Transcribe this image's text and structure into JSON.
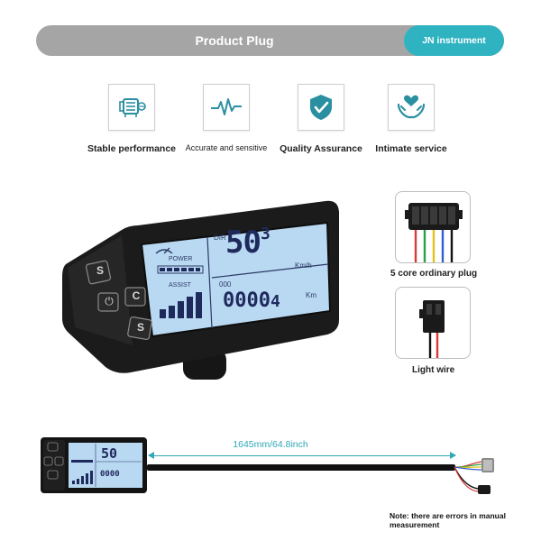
{
  "banner": {
    "title": "Product Plug",
    "tag": "JN instrument"
  },
  "features": [
    {
      "icon": "motor-icon",
      "label": "Stable performance"
    },
    {
      "icon": "heartbeat-icon",
      "label": "Accurate and sensitive"
    },
    {
      "icon": "shield-check-icon",
      "label": "Quality Assurance"
    },
    {
      "icon": "heart-hands-icon",
      "label": "Intimate service"
    }
  ],
  "display": {
    "dir_label": "DIR",
    "speed": "50",
    "speed_decimal": "3",
    "speed_unit": "Km/h",
    "power_label": "POWER",
    "assist_label": "ASSIST",
    "odo_prefix": "000",
    "odo_value": "0000",
    "odo_suffix": "4",
    "odo_unit": "Km",
    "buttons": {
      "up": "S",
      "power": "⏻",
      "mode": "C",
      "down": "S"
    }
  },
  "plugs": {
    "five_core_label": "5 core ordinary plug",
    "light_wire_label": "Light wire"
  },
  "cable": {
    "length_label": "1645mm/64.8inch",
    "note": "Note: there are errors in manual measurement"
  },
  "colors": {
    "accent": "#2fb3c1",
    "banner": "#a5a5a5",
    "lcd": "#b9d8f2"
  }
}
